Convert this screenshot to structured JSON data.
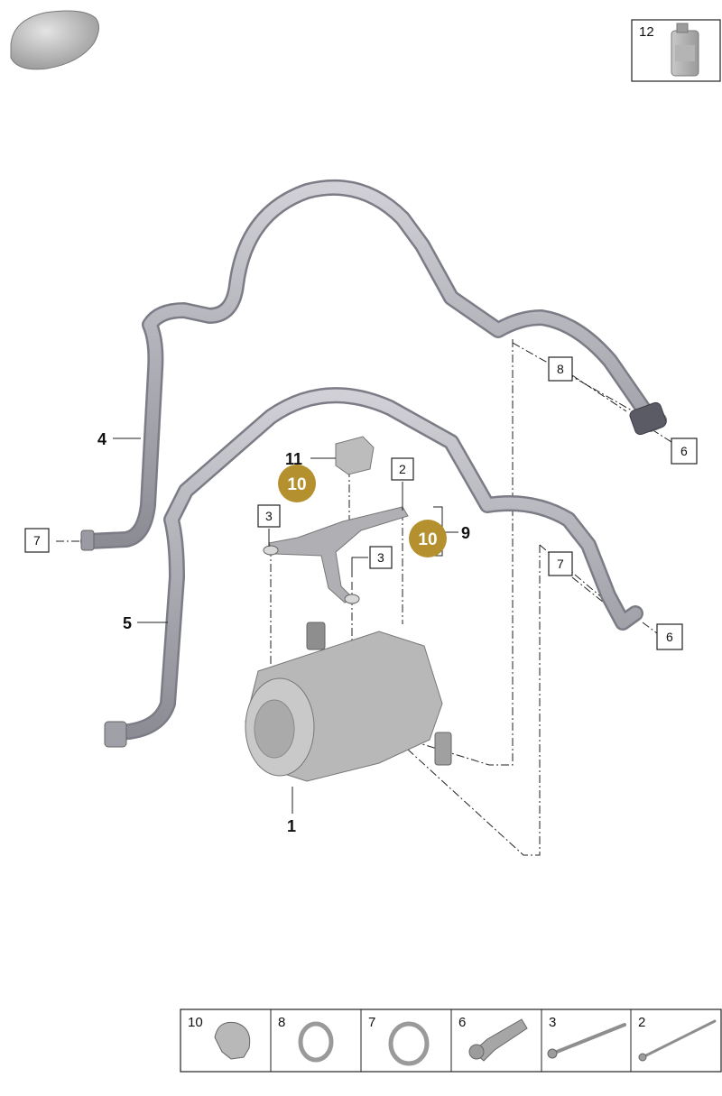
{
  "callouts": {
    "c1": "1",
    "c2": "2",
    "c3a": "3",
    "c3b": "3",
    "c4": "4",
    "c5": "5",
    "c6a": "6",
    "c6b": "6",
    "c7a": "7",
    "c7b": "7",
    "c8": "8",
    "c9": "9",
    "c10a": "10",
    "c10b": "10",
    "c11": "11",
    "c12": "12"
  },
  "legend": {
    "items": [
      "10",
      "8",
      "7",
      "6",
      "3",
      "2"
    ]
  },
  "colors": {
    "badge": "#b4912e",
    "pipe": "#a3a3ac",
    "pipe_dark": "#6f6f78",
    "compressor": "#b8b8b8"
  }
}
